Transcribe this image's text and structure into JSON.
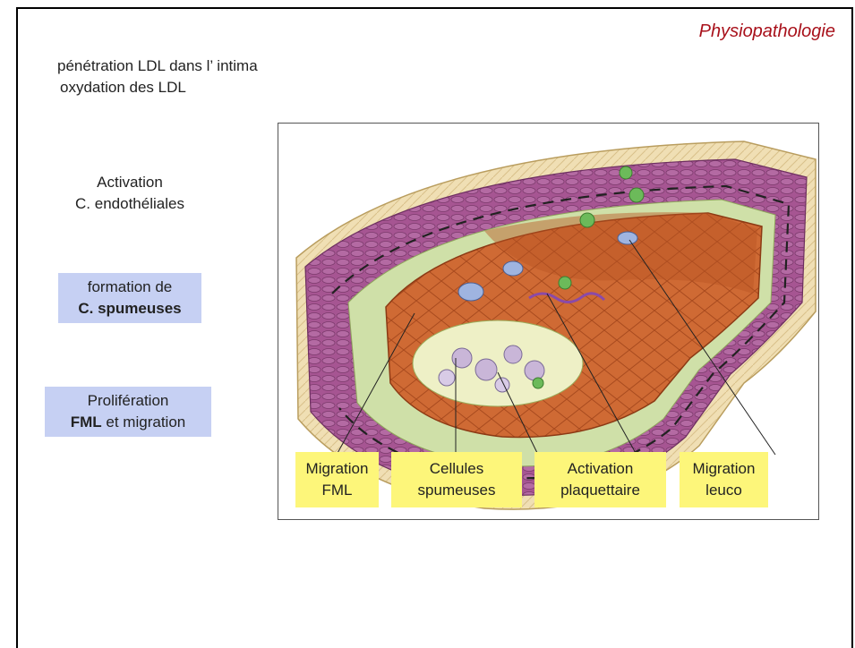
{
  "header": {
    "section_title": "Physiopathologie"
  },
  "intro": {
    "line1": "pénétration LDL dans l’ intima",
    "line2": "oxydation des LDL"
  },
  "steps": {
    "activation": {
      "line1": "Activation",
      "line2": "C. endothéliales"
    },
    "foam_cells": {
      "line1": "formation de",
      "line2_bold": "C. spumeuses"
    },
    "proliferation": {
      "line1": "Prolifération",
      "line2_bold": "FML",
      "line2_rest": " et migration"
    }
  },
  "figure": {
    "callouts": [
      {
        "line1": "Migration",
        "line2": "FML"
      },
      {
        "line1": "Cellules",
        "line2": "spumeuses"
      },
      {
        "line1": "Activation",
        "line2": "plaquettaire"
      },
      {
        "line1": "Migration",
        "line2": "leuco"
      }
    ],
    "colors": {
      "callout_bg": "#fdf67a",
      "step_bg": "#c6d0f3",
      "title": "#a8101a",
      "endothelium": "#c8642c",
      "media": "#9b4b86"
    }
  }
}
